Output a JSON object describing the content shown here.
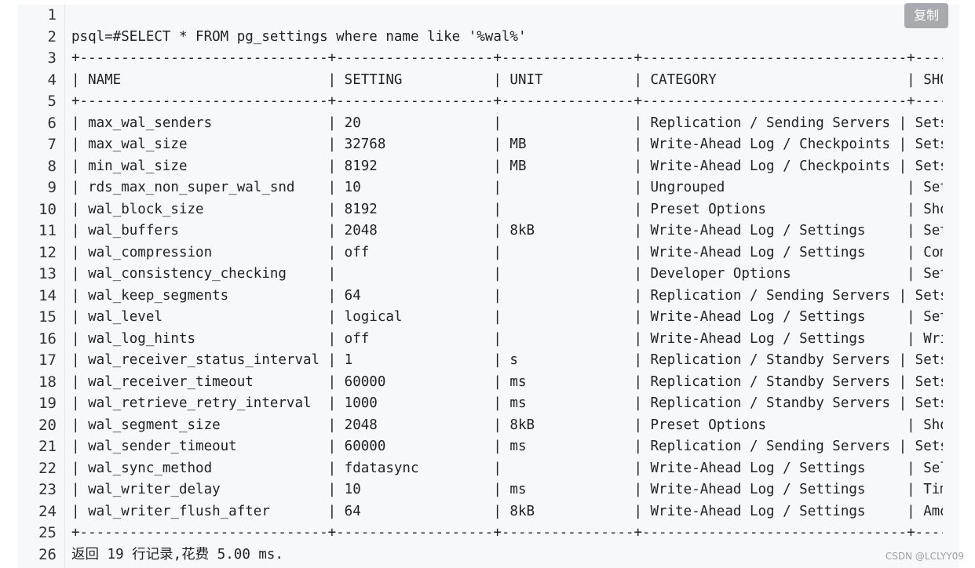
{
  "copy_button": {
    "label": "复制"
  },
  "watermark": "CSDN @LCLYY09",
  "line_numbers": [
    "1",
    "2",
    "3",
    "4",
    "5",
    "6",
    "7",
    "8",
    "9",
    "10",
    "11",
    "12",
    "13",
    "14",
    "15",
    "16",
    "17",
    "18",
    "19",
    "20",
    "21",
    "22",
    "23",
    "24",
    "25",
    "26"
  ],
  "lines": [
    "",
    "psql=#SELECT * FROM pg_settings where name like '%wal%'",
    "+------------------------------+-------------------+----------------+--------------------------------+--------",
    "| NAME                         | SETTING           | UNIT           | CATEGORY                       | SHORT_",
    "+------------------------------+-------------------+----------------+--------------------------------+--------",
    "| max_wal_senders              | 20                |                | Replication / Sending Servers | Sets t",
    "| max_wal_size                 | 32768             | MB             | Write-Ahead Log / Checkpoints | Sets t",
    "| min_wal_size                 | 8192              | MB             | Write-Ahead Log / Checkpoints | Sets t",
    "| rds_max_non_super_wal_snd    | 10                |                | Ungrouped                      | Sets t",
    "| wal_block_size               | 8192              |                | Preset Options                 | Shows",
    "| wal_buffers                  | 2048              | 8kB            | Write-Ahead Log / Settings     | Sets t",
    "| wal_compression              | off               |                | Write-Ahead Log / Settings     | Compre",
    "| wal_consistency_checking     |                   |                | Developer Options              | Sets t",
    "| wal_keep_segments            | 64                |                | Replication / Sending Servers | Sets t",
    "| wal_level                    | logical           |                | Write-Ahead Log / Settings     | Set th",
    "| wal_log_hints                | off               |                | Write-Ahead Log / Settings     | Writes",
    "| wal_receiver_status_interval | 1                 | s              | Replication / Standby Servers | Sets t",
    "| wal_receiver_timeout         | 60000             | ms             | Replication / Standby Servers | Sets t",
    "| wal_retrieve_retry_interval  | 1000              | ms             | Replication / Standby Servers | Sets t",
    "| wal_segment_size             | 2048              | 8kB            | Preset Options                 | Shows",
    "| wal_sender_timeout           | 60000             | ms             | Replication / Sending Servers | Sets t",
    "| wal_sync_method              | fdatasync         |                | Write-Ahead Log / Settings     | Select",
    "| wal_writer_delay             | 10                | ms             | Write-Ahead Log / Settings     | Time b",
    "| wal_writer_flush_after       | 64                | 8kB            | Write-Ahead Log / Settings     | Amount",
    "+------------------------------+-------------------+----------------+--------------------------------+--------",
    "返回 19 行记录,花费 5.00 ms."
  ]
}
